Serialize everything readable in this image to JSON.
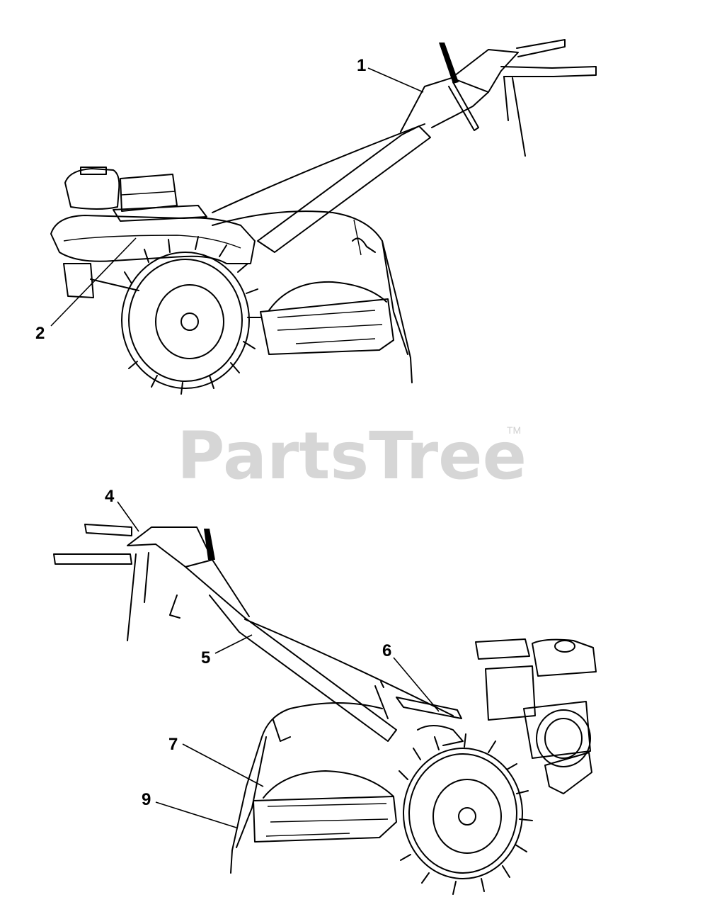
{
  "watermark": {
    "text": "PartsTree",
    "trademark": "TM"
  },
  "callouts": [
    {
      "id": "1",
      "label": "1"
    },
    {
      "id": "2",
      "label": "2"
    },
    {
      "id": "4",
      "label": "4"
    },
    {
      "id": "5",
      "label": "5"
    },
    {
      "id": "6",
      "label": "6"
    },
    {
      "id": "7",
      "label": "7"
    },
    {
      "id": "9",
      "label": "9"
    }
  ],
  "colors": {
    "line": "#000000",
    "watermark": "#d6d6d6",
    "background": "#ffffff"
  }
}
